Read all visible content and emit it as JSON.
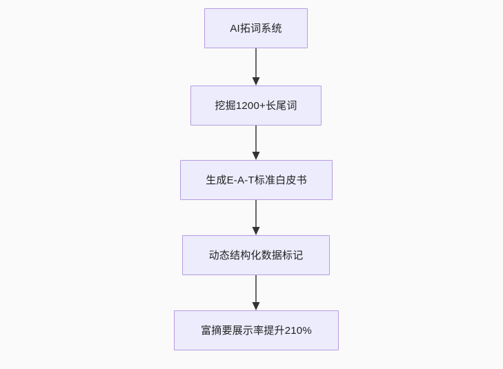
{
  "diagram": {
    "type": "flowchart",
    "direction": "top-to-bottom",
    "background_color": "#fafafa",
    "node_fill_color": "#ececfc",
    "node_border_color": "#b69be0",
    "node_text_color": "#1f2020",
    "edge_color": "#666666",
    "nodes": [
      {
        "id": "n1",
        "label": "AI拓词系统"
      },
      {
        "id": "n2",
        "label": "挖掘1200+长尾词"
      },
      {
        "id": "n3",
        "label": "生成E-A-T标准白皮书"
      },
      {
        "id": "n4",
        "label": "动态结构化数据标记"
      },
      {
        "id": "n5",
        "label": "富摘要展示率提升210%"
      }
    ],
    "edges": [
      {
        "id": "e1",
        "from": "n1",
        "to": "n2",
        "label": ""
      },
      {
        "id": "e2",
        "from": "n2",
        "to": "n3",
        "label": ""
      },
      {
        "id": "e3",
        "from": "n3",
        "to": "n4",
        "label": ""
      },
      {
        "id": "e4",
        "from": "n4",
        "to": "n5",
        "label": ""
      }
    ]
  }
}
